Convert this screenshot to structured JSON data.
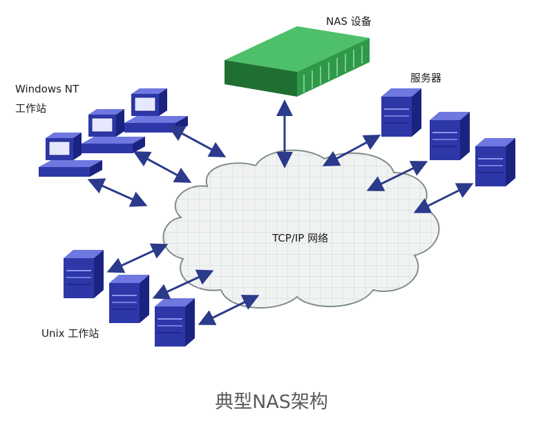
{
  "labels": {
    "nas_device": "NAS 设备",
    "windows_nt_line1": "Windows NT",
    "windows_nt_line2": "工作站",
    "servers": "服务器",
    "network": "TCP/IP 网络",
    "unix": "Unix 工作站"
  },
  "caption": "典型NAS架构",
  "colors": {
    "arrow": "#2b3a8a",
    "server_front": "#2d37a8",
    "server_top": "#6f78e0",
    "server_side": "#1b2380",
    "nas_top": "#4fc06a",
    "nas_front": "#2e9a48",
    "nas_side": "#1f6f33",
    "cloud_fill": "#f1f3f3",
    "cloud_grid": "#c9cfd0",
    "cloud_stroke": "#7f8a8c"
  }
}
